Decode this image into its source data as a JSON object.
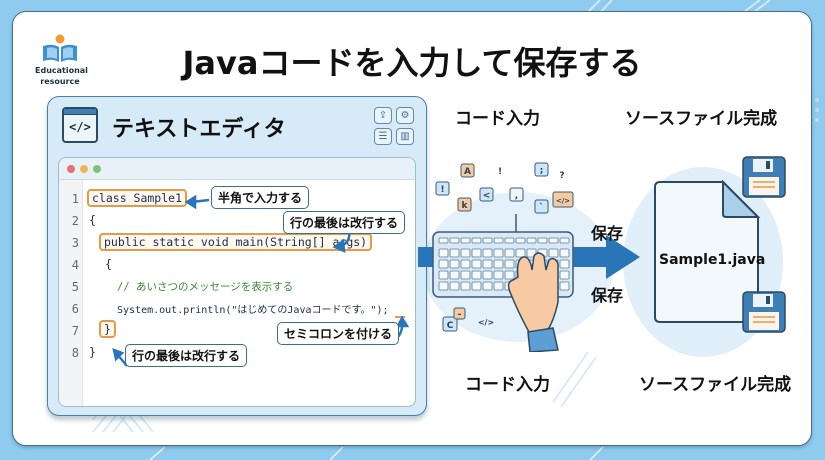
{
  "logo": {
    "icon": "open-book-icon",
    "line1": "Educational",
    "line2": "resource"
  },
  "title": "Javaコードを入力して保存する",
  "editor": {
    "title": "テキストエディタ",
    "icon": "code-window-icon",
    "tool_icons": [
      "upload-icon",
      "gear-icon",
      "list-icon",
      "trash-icon"
    ],
    "tool_glyphs": [
      "⇪",
      "⚙",
      "☰",
      "🗑"
    ],
    "window_dots": [
      "#e57373",
      "#f0b15a",
      "#7cc47c"
    ],
    "lines": [
      {
        "no": "1",
        "text": "class Sample1"
      },
      {
        "no": "2",
        "text": "{"
      },
      {
        "no": "3",
        "text": "public static void main(String[] args)"
      },
      {
        "no": "4",
        "text": "{"
      },
      {
        "no": "5",
        "text": "// あいさつのメッセージを表示する"
      },
      {
        "no": "6",
        "text": "System.out.println(\"はじめてのJavaコードです。\");"
      },
      {
        "no": "7",
        "text": "}"
      },
      {
        "no": "8",
        "text": "}"
      }
    ],
    "callouts": {
      "half_width": "半角で入力する",
      "newline_top": "行の最後は改行する",
      "semicolon": "セミコロンを付ける",
      "newline_bottom": "行の最後は改行する"
    }
  },
  "code_input": {
    "label_top": "コード入力",
    "label_bottom": "コード入力",
    "keycaps": [
      "!",
      "A",
      "k",
      "<",
      ",",
      ";",
      "`",
      "</>",
      "C",
      "-"
    ],
    "floating_chars": [
      "?",
      "</>"
    ]
  },
  "save_labels": {
    "upper": "保存",
    "lower": "保存"
  },
  "source_file": {
    "label_top": "ソースファイル完成",
    "label_bottom": "ソースファイル完成",
    "file_name": "Sample1.java",
    "icons": [
      "floppy-disk-icon",
      "floppy-disk-icon"
    ]
  },
  "colors": {
    "accent_blue": "#2a74b8",
    "highlight_orange": "#e39a4a",
    "panel_bg": "#d6eaf8",
    "page_bg": "#8fcbee"
  }
}
